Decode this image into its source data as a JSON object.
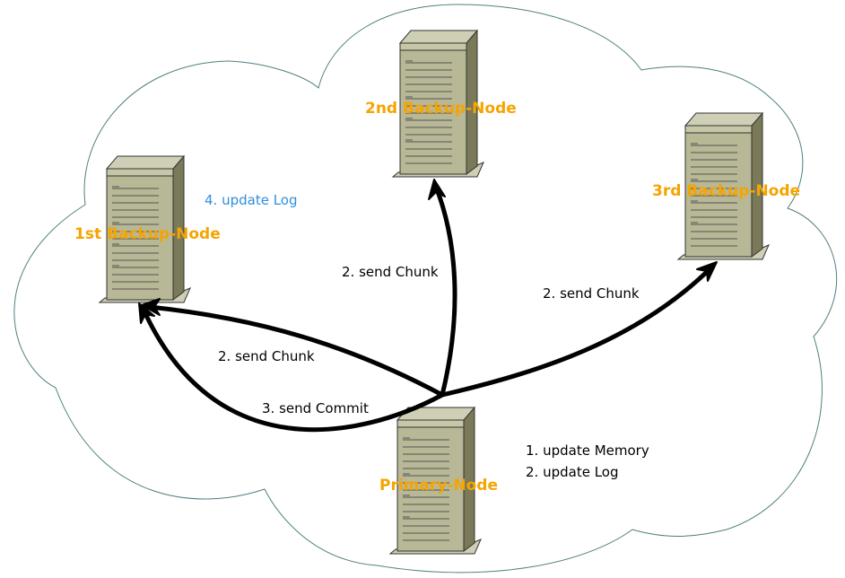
{
  "nodes": {
    "primary": "Primary-Node",
    "backup1": "1st Backup-Node",
    "backup2": "2nd Backup-Node",
    "backup3": "3rd Backup-Node"
  },
  "edges": {
    "chunk_to_backup1": "2. send Chunk",
    "chunk_to_backup2": "2. send Chunk",
    "chunk_to_backup3": "2. send Chunk",
    "commit_to_backup1": "3. send Commit"
  },
  "notes": {
    "primary_step1": "1. update Memory",
    "primary_step2": "2. update Log",
    "backup1_step": "4. update Log"
  },
  "colors": {
    "node_label": "#f5a400",
    "note_blue": "#2f8fdf",
    "text": "#000000",
    "cloud_stroke": "#4f7f7f",
    "server_face": "#b8b896",
    "server_side": "#7a7a5a",
    "server_top": "#cfcfb5",
    "arrow": "#000000"
  },
  "icons": {
    "server": "server-tower-icon",
    "cloud": "cloud-shape"
  }
}
